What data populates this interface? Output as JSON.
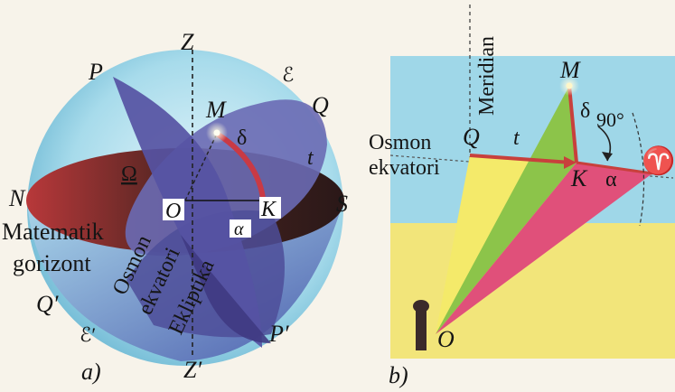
{
  "panel_a": {
    "caption": "a)",
    "labels": {
      "Z": "Z",
      "Z_prime": "Z′",
      "P": "P",
      "P_prime": "P′",
      "M": "M",
      "delta": "δ",
      "Q": "Q",
      "Q_prime": "Q′",
      "t": "t",
      "N": "N",
      "S": "S",
      "O": "O",
      "K": "K",
      "alpha": "α",
      "Omega": "Ω",
      "E_top": "ℰ",
      "E_bottom": "ℰ′",
      "horizon_line1": "Matematik",
      "horizon_line2": "gorizont",
      "equator_line1": "Osmon",
      "equator_line2": "ekvatori",
      "ecliptic": "Ekliptika"
    }
  },
  "panel_b": {
    "caption": "b)",
    "labels": {
      "meridian": "Meridian",
      "M": "M",
      "delta": "δ",
      "angle_90": "90°",
      "Q": "Q",
      "t": "t",
      "equator_line1": "Osmon",
      "equator_line2": "ekvatori",
      "K": "K",
      "alpha": "α",
      "aries": "♈",
      "O": "O"
    }
  },
  "colors": {
    "sky_blue": "#9fd7e8",
    "yellow": "#f4ea6a",
    "green": "#8cc44a",
    "magenta": "#e0507a",
    "purple": "#5b5ba6",
    "red": "#c8403c",
    "dark": "#3a2a2a"
  }
}
